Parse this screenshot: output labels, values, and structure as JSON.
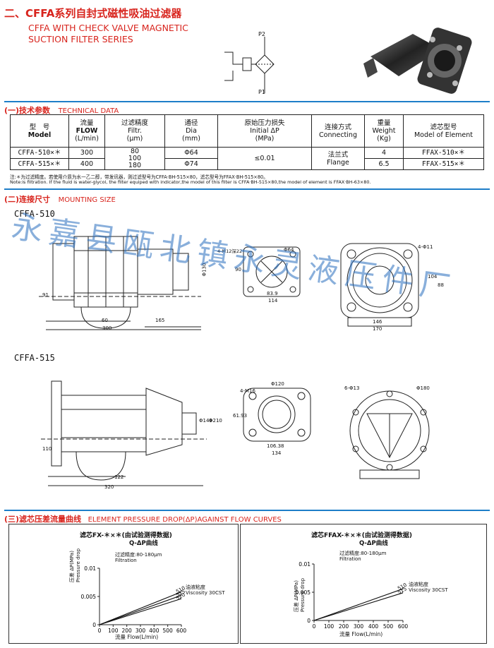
{
  "header": {
    "title_cn": "二、CFFA系列自封式磁性吸油过滤器",
    "title_en_1": "CFFA WITH CHECK VALVE MAGNETIC",
    "title_en_2": "SUCTION FILTER SERIES"
  },
  "symbol": {
    "p2": "P2",
    "p1": "P1"
  },
  "section1": {
    "title_cn": "(一)技术参数",
    "title_en": "TECHNICAL DATA"
  },
  "table": {
    "headers": [
      {
        "cn": "型　号",
        "en": "Model"
      },
      {
        "cn": "流量",
        "en": "FLOW",
        "unit": "(L/min)"
      },
      {
        "cn": "过滤精度",
        "en": "Filtr.",
        "unit": "(μm)"
      },
      {
        "cn": "通径",
        "en": "Dia",
        "unit": "(mm)"
      },
      {
        "cn": "原始压力损失",
        "en": "Initial ΔP",
        "unit": "(MPa)"
      },
      {
        "cn": "连接方式",
        "en": "Connecting"
      },
      {
        "cn": "重量",
        "en": "Weight",
        "unit": "(Kg)"
      },
      {
        "cn": "滤芯型号",
        "en": "Model of Element"
      }
    ],
    "rows": [
      {
        "model": "CFFA-510×＊",
        "flow": "300",
        "dia": "Φ64",
        "weight": "4",
        "element": "FFAX-510×＊"
      },
      {
        "model": "CFFA-515×＊",
        "flow": "400",
        "dia": "Φ74",
        "weight": "6.5",
        "element": "FFAX-515×＊"
      }
    ],
    "filtr": [
      "80",
      "100",
      "180"
    ],
    "pressure": "≤0.01",
    "connecting_cn": "法兰式",
    "connecting_en": "Flange"
  },
  "notes": {
    "cn": "注:＊为过滤精度。若使用介质为水一乙二醇，带发讯器，则过滤型号为CFFA·BH-515×80，滤芯型号为FFAX·BH-515×80。",
    "en": "Note:is filtration. If the fluid is water-glycol, the filter equiped with indicator,the model of this filter is CFFA·BH-515×80,the model of element is FFAX·BH-63×80."
  },
  "section2": {
    "title_cn": "(二)连接尺寸",
    "title_en": "MOUNTING SIZE"
  },
  "drawing510": {
    "label": "CFFA-510",
    "dims": {
      "d60": "60",
      "d300": "300",
      "d165": "165",
      "d91": "91",
      "d130": "Φ130",
      "bolt": "4-M12深22",
      "d64": "Φ64",
      "d90": "90",
      "d839": "83.9",
      "d114": "114",
      "holes": "4-Φ11",
      "d146": "146",
      "d170": "170",
      "d104": "104",
      "d88": "88"
    }
  },
  "drawing515": {
    "label": "CFFA-515",
    "dims": {
      "d122": "122",
      "d320": "320",
      "d210": "Φ210",
      "d149": "Φ149",
      "d110": "110",
      "bolt": "4-M16",
      "d120": "Φ120",
      "d6193": "61.93",
      "d10638": "106.38",
      "d134": "134",
      "holes": "6-Φ13",
      "d180": "Φ180"
    }
  },
  "watermark": "永嘉县瓯北镇永灵液压件厂",
  "section3": {
    "title_cn": "(三)滤芯压差流量曲线",
    "title_en": "ELEMENT PRESSURE DROP(ΔP)AGAINST FLOW CURVES"
  },
  "chart_data": [
    {
      "type": "line",
      "title": "滤芯FX-＊×＊(由试验测得数据)",
      "subtitle": "Q-ΔP曲线",
      "note_cn": "过滤精度:80-180μm",
      "note_en": "Filtration",
      "viscosity_cn": "油液粘度",
      "viscosity_en": "Viscosity 30CST",
      "xlabel": "流量 Flow(L/min)",
      "ylabel_cn": "压差 ΔP(MPa)",
      "ylabel_en": "Pressure drop",
      "x_ticks": [
        0,
        100,
        200,
        300,
        400,
        500,
        600
      ],
      "y_ticks": [
        0,
        0.005,
        0.01
      ],
      "y_tick_labels": [
        "0",
        "0.005",
        "0.01"
      ],
      "xlim": [
        0,
        600
      ],
      "ylim": [
        0,
        0.01
      ],
      "series": [
        {
          "name": "510",
          "x": [
            0,
            600
          ],
          "y": [
            0,
            0.0058
          ]
        },
        {
          "name": "515",
          "x": [
            0,
            600
          ],
          "y": [
            0,
            0.0052
          ]
        },
        {
          "name": "520",
          "x": [
            0,
            600
          ],
          "y": [
            0,
            0.0046
          ]
        }
      ]
    },
    {
      "type": "line",
      "title": "滤芯FFAX-＊×＊(由试验测得数据)",
      "subtitle": "Q-ΔP曲线",
      "note_cn": "过滤精度:80-180μm",
      "note_en": "Filtration",
      "viscosity_cn": "油液粘度",
      "viscosity_en": "Viscosity 30CST",
      "xlabel": "流量 Flow(L/min)",
      "ylabel_cn": "压差 ΔP(MPa)",
      "ylabel_en": "Pressure drop",
      "x_ticks": [
        0,
        100,
        200,
        300,
        400,
        500,
        600
      ],
      "y_ticks": [
        0,
        0.005,
        0.01
      ],
      "y_tick_labels": [
        "0",
        "0.005",
        "0.01"
      ],
      "xlim": [
        0,
        600
      ],
      "ylim": [
        0,
        0.01
      ],
      "series": [
        {
          "name": "510",
          "x": [
            0,
            600
          ],
          "y": [
            0,
            0.0056
          ]
        },
        {
          "name": "515",
          "x": [
            0,
            600
          ],
          "y": [
            0,
            0.0049
          ]
        }
      ]
    }
  ]
}
